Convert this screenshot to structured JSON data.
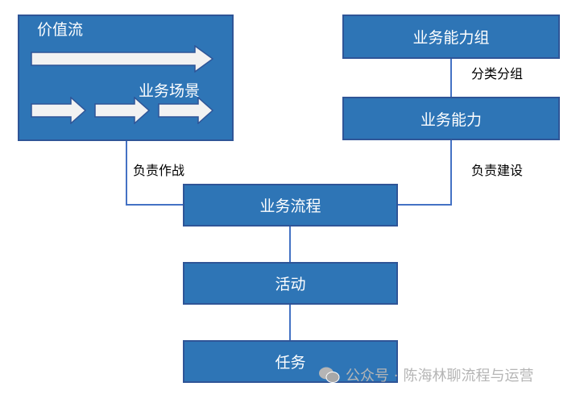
{
  "value_stream": {
    "title": "价值流",
    "scenario_label": "业务场景"
  },
  "boxes": {
    "capability_group": "业务能力组",
    "capability": "业务能力",
    "process": "业务流程",
    "activity": "活动",
    "task": "任务"
  },
  "connectors": {
    "group_by": "分类分组",
    "responsible_combat": "负责作战",
    "responsible_build": "负责建设"
  },
  "watermark": {
    "prefix": "公众号 ·",
    "name": "陈海林聊流程与运营"
  }
}
